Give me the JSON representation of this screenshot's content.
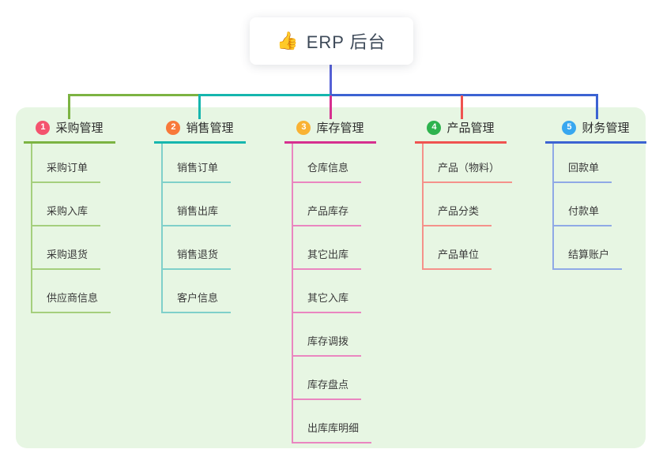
{
  "root": {
    "icon": "👍",
    "label": "ERP 后台"
  },
  "colors": {
    "page_bg": "#ffffff",
    "panel_bg": "#e7f6e3",
    "root_line": "#5560d6",
    "root_text": "#3d4958"
  },
  "branches": [
    {
      "number": "1",
      "title": "采购管理",
      "color": "#7cb342",
      "light": "#a5cf7d",
      "badge": "#f4536e",
      "children": [
        "采购订单",
        "采购入库",
        "采购退货",
        "供应商信息"
      ]
    },
    {
      "number": "2",
      "title": "销售管理",
      "color": "#16b6ae",
      "light": "#7fd0ca",
      "badge": "#f8793a",
      "children": [
        "销售订单",
        "销售出库",
        "销售退货",
        "客户信息"
      ]
    },
    {
      "number": "3",
      "title": "库存管理",
      "color": "#d6308f",
      "light": "#ea86c0",
      "badge": "#f9b234",
      "children": [
        "仓库信息",
        "产品库存",
        "其它出库",
        "其它入库",
        "库存调拨",
        "库存盘点",
        "出库库明细"
      ]
    },
    {
      "number": "4",
      "title": "产品管理",
      "color": "#ef5350",
      "light": "#f5918a",
      "badge": "#2eb34e",
      "children": [
        "产品（物料）",
        "产品分类",
        "产品单位"
      ]
    },
    {
      "number": "5",
      "title": "财务管理",
      "color": "#3c63d2",
      "light": "#8fa9e6",
      "badge": "#38a7f0",
      "children": [
        "回款单",
        "付款单",
        "结算账户"
      ]
    }
  ]
}
